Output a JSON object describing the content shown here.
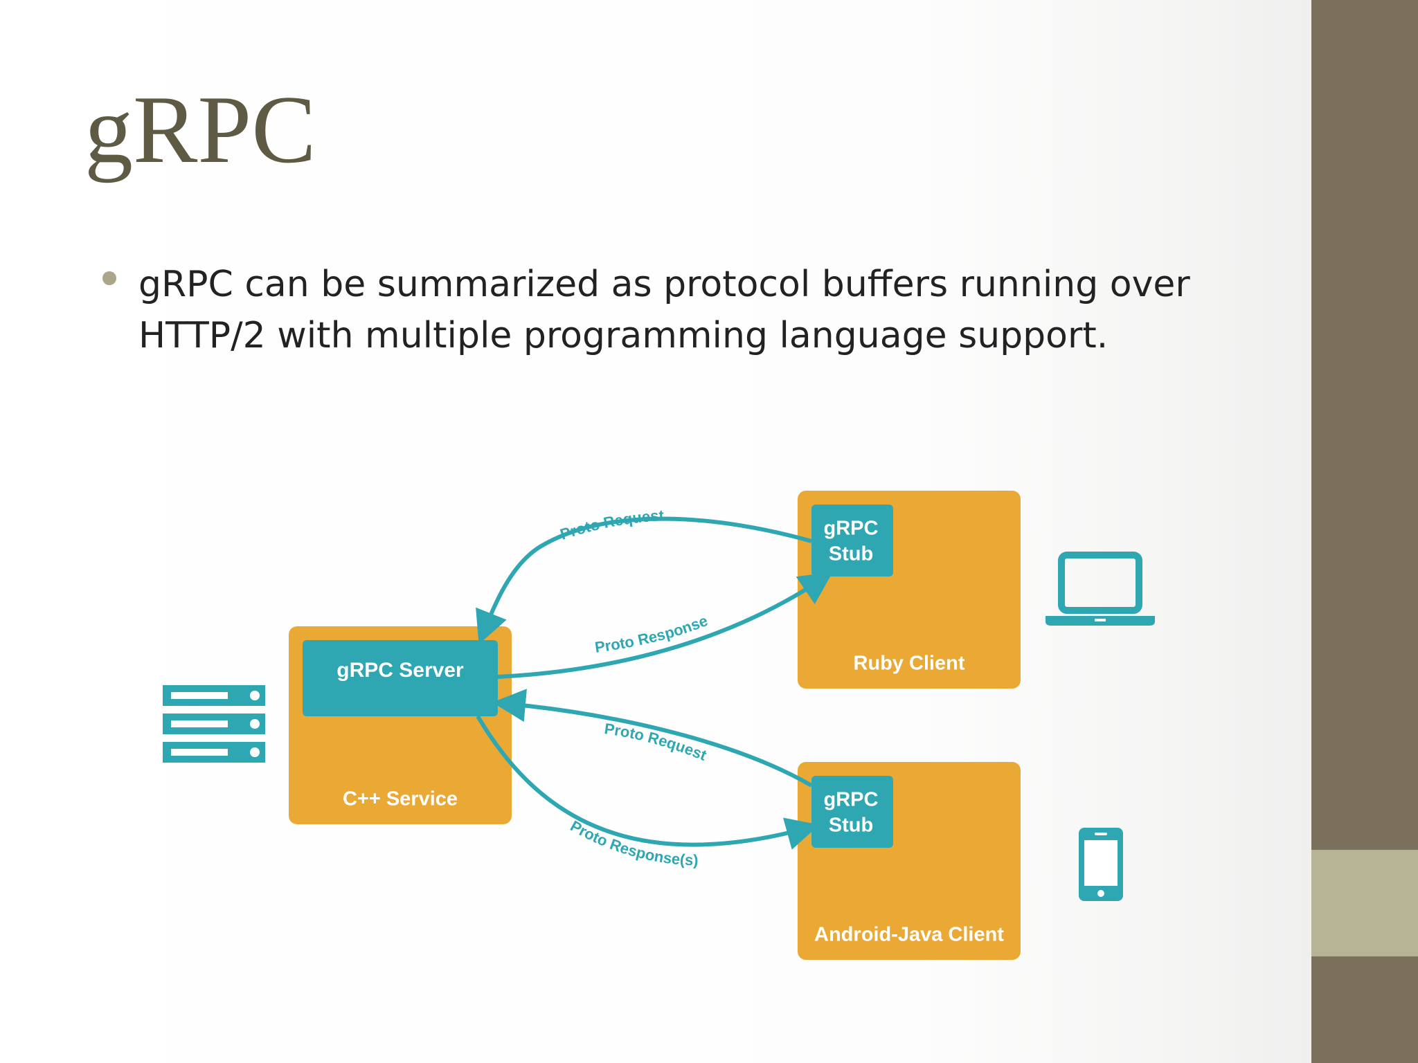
{
  "slide": {
    "title": "gRPC",
    "bullets": [
      "gRPC can be summarized as protocol buffers running over HTTP/2 with multiple programming language support."
    ]
  },
  "diagram": {
    "server_box": {
      "inner_label": "gRPC Server",
      "outer_label": "C++ Service"
    },
    "ruby_client": {
      "stub_label_line1": "gRPC",
      "stub_label_line2": "Stub",
      "label": "Ruby Client"
    },
    "android_client": {
      "stub_label_line1": "gRPC",
      "stub_label_line2": "Stub",
      "label": "Android-Java Client"
    },
    "arrows": {
      "ruby_request": "Proto Request",
      "ruby_response": "Proto Response",
      "android_request": "Proto Request",
      "android_response": "Proto Response(s)"
    },
    "icons": [
      "server-rack-icon",
      "laptop-icon",
      "smartphone-icon"
    ]
  },
  "colors": {
    "box_orange": "#eaa935",
    "teal": "#2ea7b3",
    "title": "#5e5a43",
    "sidebar_dark": "#7a705c",
    "sidebar_light": "#b7b395"
  }
}
